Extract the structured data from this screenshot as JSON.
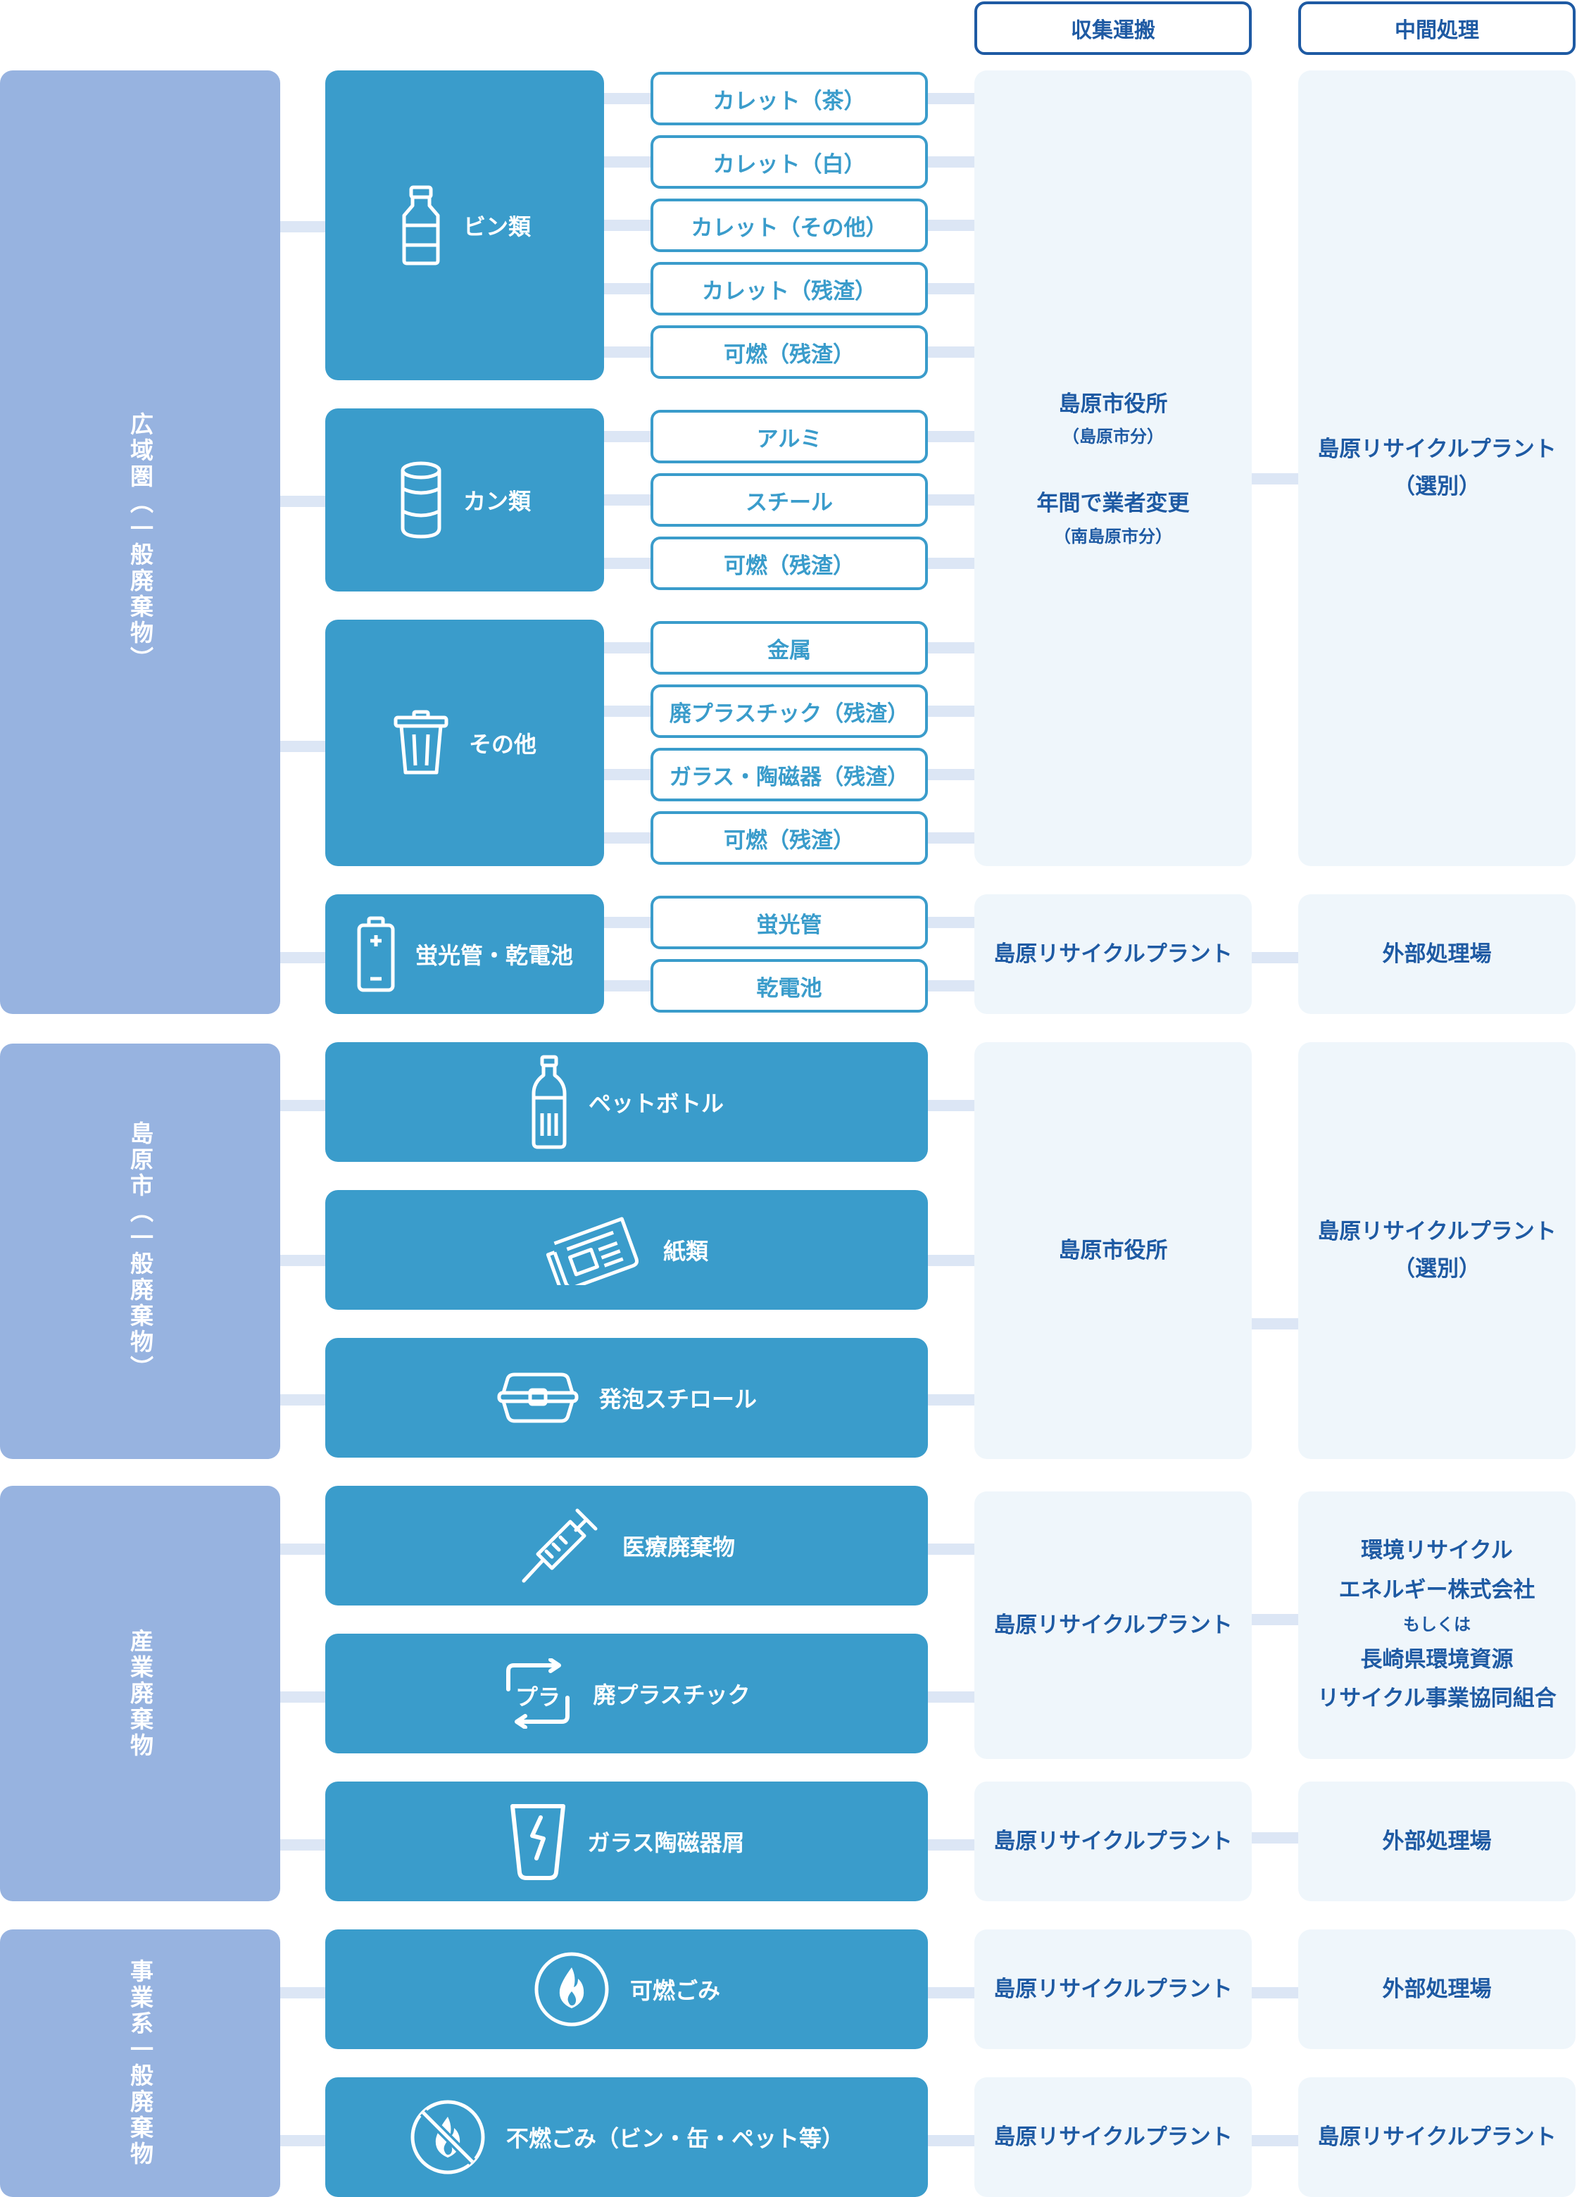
{
  "headers": {
    "collection": "収集運搬",
    "intermediate": "中間処理"
  },
  "groups": [
    {
      "label": "広域圏（一般廃棄物）"
    },
    {
      "label": "島原市（一般廃棄物）"
    },
    {
      "label": "産業廃棄物"
    },
    {
      "label": "事業系一般廃棄物"
    }
  ],
  "categories": {
    "bottles": "ビン類",
    "cans": "カン類",
    "other": "その他",
    "lamps": "蛍光管・乾電池",
    "pet": "ペットボトル",
    "paper": "紙類",
    "styrofoam": "発泡スチロール",
    "medical": "医療廃棄物",
    "plastic": "廃プラスチック",
    "glass": "ガラス陶磁器屑",
    "burnable": "可燃ごみ",
    "nonburnable": "不燃ごみ（ビン・缶・ペット等）"
  },
  "subs": {
    "b1": "カレット（茶）",
    "b2": "カレット（白）",
    "b3": "カレット（その他）",
    "b4": "カレット（残渣）",
    "b5": "可燃（残渣）",
    "c1": "アルミ",
    "c2": "スチール",
    "c3": "可燃（残渣）",
    "o1": "金属",
    "o2": "廃プラスチック（残渣）",
    "o3": "ガラス・陶磁器（残渣）",
    "o4": "可燃（残渣）",
    "l1": "蛍光管",
    "l2": "乾電池"
  },
  "collect": {
    "p1_line1": "島原市役所",
    "p1_line2": "（島原市分）",
    "p1_line3": "年間で業者変更",
    "p1_line4": "（南島原市分）",
    "p2": "島原リサイクルプラント",
    "p3": "島原市役所",
    "p4": "島原リサイクルプラント",
    "p5": "島原リサイクルプラント",
    "p6": "島原リサイクルプラント",
    "p7": "島原リサイクルプラント"
  },
  "process": {
    "q1_line1": "島原リサイクルプラント",
    "q1_line2": "（選別）",
    "q2": "外部処理場",
    "q3_line1": "島原リサイクルプラント",
    "q3_line2": "（選別）",
    "q4_line1": "環境リサイクル",
    "q4_line2": "エネルギー株式会社",
    "q4_line3": "もしくは",
    "q4_line4": "長崎県環境資源",
    "q4_line5": "リサイクル事業協同組合",
    "q5": "外部処理場",
    "q6": "外部処理場",
    "q7": "島原リサイクルプラント"
  },
  "icons": [
    "bottle-icon",
    "can-icon",
    "trash-can-icon",
    "battery-icon",
    "pet-bottle-icon",
    "newspaper-icon",
    "food-container-icon",
    "syringe-icon",
    "plastic-recycle-icon",
    "broken-glass-icon",
    "flame-icon",
    "no-flame-icon"
  ],
  "colors": {
    "group": "#97b3e0",
    "category": "#3a9ccb",
    "panel": "#eff6fb",
    "connector": "#dce6f5",
    "header": "#1e5aa3"
  }
}
